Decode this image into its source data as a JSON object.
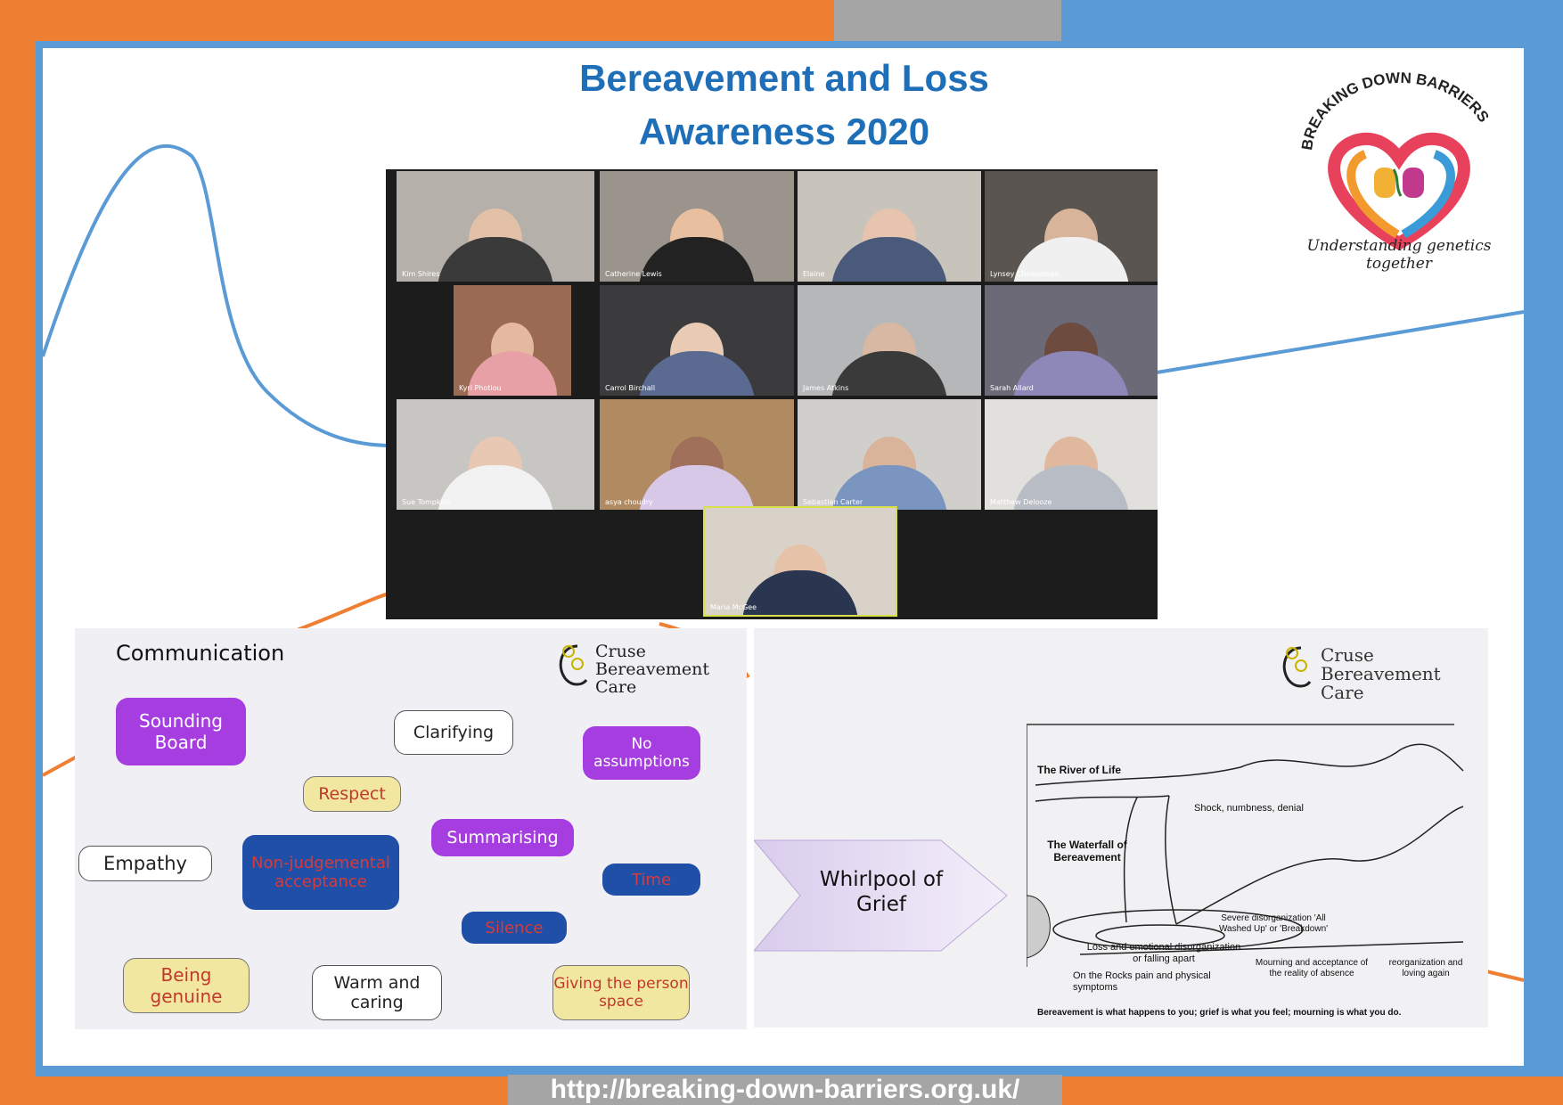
{
  "header": {
    "title_line1": "Bereavement and Loss",
    "title_line2": "Awareness 2020"
  },
  "logo": {
    "arc_text": "BREAKING DOWN BARRIERS",
    "tagline": "Understanding genetics together"
  },
  "footer": {
    "url": "http://breaking-down-barriers.org.uk/"
  },
  "video_call": {
    "participants": [
      {
        "name": "Kim Shires"
      },
      {
        "name": "Catherine Lewis"
      },
      {
        "name": "Elaine"
      },
      {
        "name": "Lynsey Cheeseman"
      },
      {
        "name": "Kyri Photiou"
      },
      {
        "name": "Carrol Birchall"
      },
      {
        "name": "James Atkins"
      },
      {
        "name": "Sarah Allard"
      },
      {
        "name": "Sue Tompkins"
      },
      {
        "name": "asya choudry"
      },
      {
        "name": "Sebastian Carter"
      },
      {
        "name": "Matthew Delooze"
      },
      {
        "name": "Maria McGee"
      }
    ]
  },
  "slide_communication": {
    "heading": "Communication",
    "org_name_line1": "Cruse",
    "org_name_line2": "Bereavement",
    "org_name_line3": "Care",
    "bubbles": {
      "sounding_board": "Sounding Board",
      "clarifying": "Clarifying",
      "no_assumptions": "No assumptions",
      "respect": "Respect",
      "summarising": "Summarising",
      "empathy": "Empathy",
      "non_judgemental": "Non-judgemental acceptance",
      "time": "Time",
      "silence": "Silence",
      "being_genuine": "Being genuine",
      "warm_caring": "Warm and caring",
      "giving_space": "Giving the person space"
    }
  },
  "slide_grief": {
    "org_name_line1": "Cruse",
    "org_name_line2": "Bereavement",
    "org_name_line3": "Care",
    "arrow_text": "Whirlpool of Grief",
    "labels": {
      "river": "The River of Life",
      "shock": "Shock, numbness, denial",
      "waterfall": "The Waterfall of Bereavement",
      "severe": "Severe disorganization 'All Washed Up' or 'Breakdown'",
      "loss": "Loss and emotional disorganization or falling apart",
      "mourning": "Mourning and acceptance of the reality of absence",
      "reorg": "reorganization and loving again",
      "rocks": "On the Rocks pain and physical symptoms",
      "caption": "Bereavement is what happens to you; grief is what you feel; mourning is what you do."
    }
  },
  "colors": {
    "orange": "#ee7f33",
    "blue": "#5b9bd5",
    "grey": "#a5a5a5",
    "title_blue": "#1f6fb8",
    "purple": "#a63de0",
    "navy": "#1f4fa6",
    "pale_yellow": "#f2e7a0"
  }
}
